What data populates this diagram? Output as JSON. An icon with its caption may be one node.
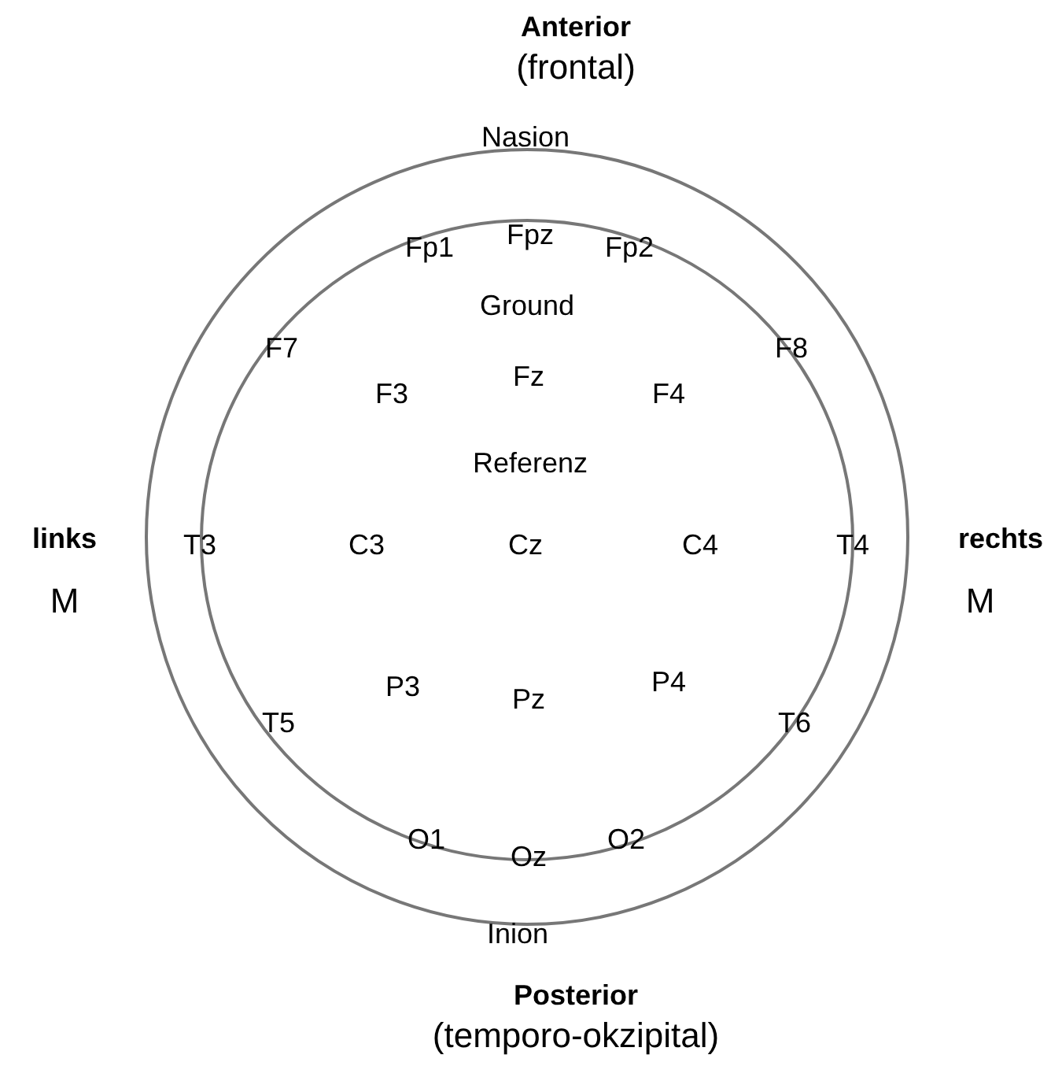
{
  "diagram": {
    "labels": [
      "Anterior",
      "(frontal)",
      "Nasion",
      "Fpz",
      "Fp1",
      "Fp2",
      "Ground",
      "F7",
      "F8",
      "Fz",
      "F3",
      "F4",
      "Referenz",
      "links",
      "T3",
      "C3",
      "Cz",
      "C4",
      "T4",
      "rechts",
      "M",
      "M",
      "P3",
      "P4",
      "Pz",
      "T5",
      "T6",
      "O1",
      "O2",
      "Oz",
      "Inion",
      "Posterior",
      "(temporo-okzipital)"
    ]
  }
}
